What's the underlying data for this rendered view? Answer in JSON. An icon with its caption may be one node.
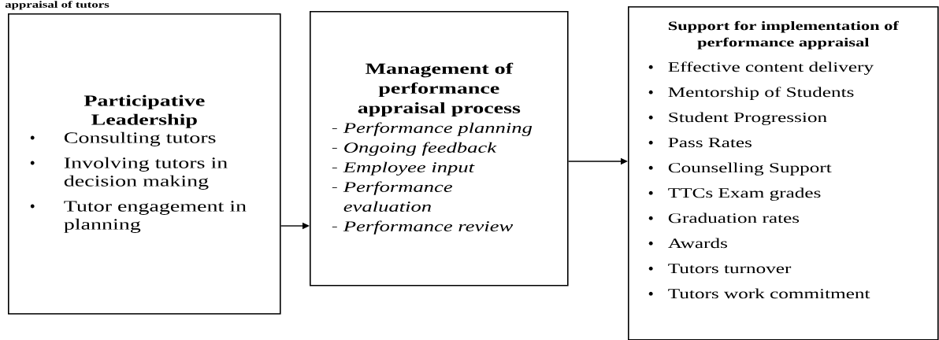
{
  "diagram": {
    "nodes": [
      {
        "text": [
          "Participative Leadership",
          "Consulting tutors",
          "Involving tutors in decision making",
          "Tutor engagement in planning"
        ]
      },
      {
        "text": [
          "Management of performance appraisal process",
          "Performance planning",
          "Ongoing feedback",
          "Employee input",
          "Performance evaluation",
          "Performance review"
        ]
      },
      {
        "text": [
          "Support for implementation of performance appraisal",
          "Effective content delivery",
          "Mentorship of Students",
          "Student Progression",
          "Pass Rates",
          "Counselling Support",
          "TTCs Exam grades",
          "Graduation rates",
          "Awards",
          "Tutors turnover",
          "Tutors work commitment"
        ]
      }
    ],
    "edges": [
      {
        "from": 0,
        "to": 1,
        "arrow": "to"
      },
      {
        "from": 1,
        "to": 2,
        "arrow": "to"
      }
    ],
    "title": "appraisal of tutors"
  }
}
